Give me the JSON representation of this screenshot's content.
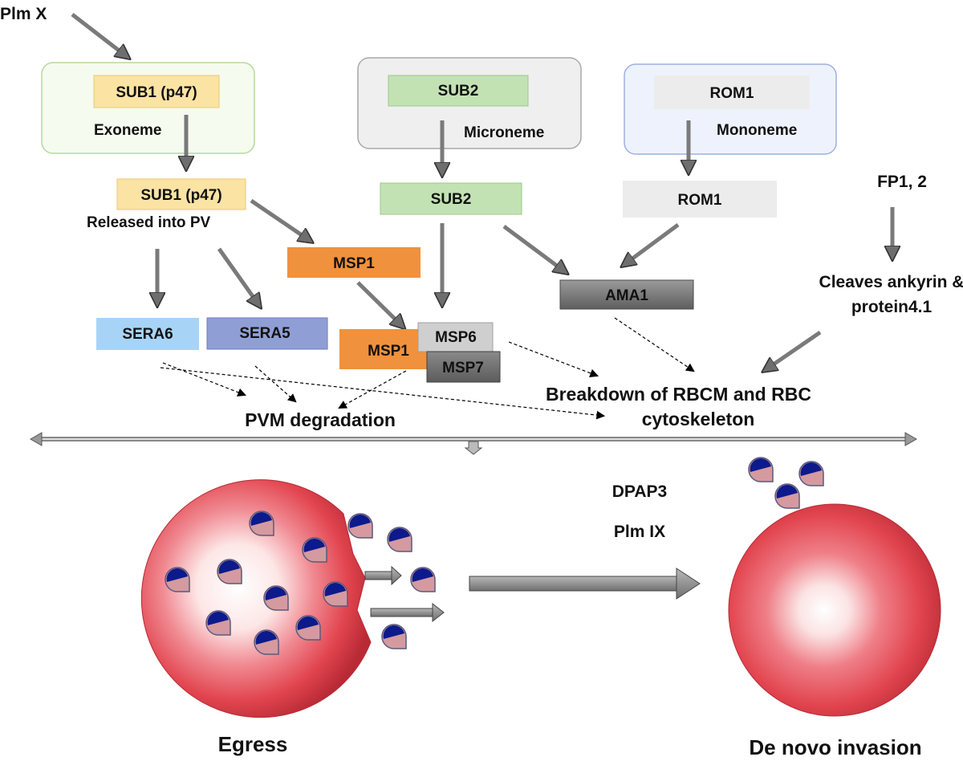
{
  "labels": {
    "plm_x": "Plm X",
    "sub1_vesicle": "SUB1 (p47)",
    "exoneme": "Exoneme",
    "sub2_vesicle": "SUB2",
    "microneme": "Microneme",
    "rom1_vesicle": "ROM1",
    "mononeme": "Mononeme",
    "sub1_released": "SUB1 (p47)",
    "released_into_pv": "Released into PV",
    "sub2": "SUB2",
    "rom1": "ROM1",
    "fp12": "FP1, 2",
    "msp1_top": "MSP1",
    "ama1": "AMA1",
    "cleaves_line1": "Cleaves ankyrin &",
    "cleaves_line2": "protein4.1",
    "sera6": "SERA6",
    "sera5": "SERA5",
    "msp1_bottom": "MSP1",
    "msp6": "MSP6",
    "msp7": "MSP7",
    "breakdown_line1": "Breakdown of RBCM and RBC",
    "breakdown_line2": "cytoskeleton",
    "pvm_degradation": "PVM degradation",
    "dpap3": "DPAP3",
    "plm_ix": "Plm IX",
    "egress": "Egress",
    "de_novo_invasion": "De novo invasion"
  },
  "colors": {
    "navy_text": "#1a2a6c",
    "green_text": "#4caf50",
    "exoneme_border": "#b5d99c",
    "exoneme_fill": "#f6fbef",
    "sub1_fill": "#fbe3a4",
    "sub2_fill": "#c3e2b4",
    "microneme_fill": "#efefef",
    "mononeme_fill": "#eef2fc",
    "mononeme_border": "#9db0df",
    "rom1_fill": "#ececec",
    "msp1_fill": "#f0913d",
    "msp6_fill": "#cfcfcf",
    "msp7_fill": "#6f6f6f",
    "ama1_fill": "#777777",
    "sera6_fill": "#a7d4f6",
    "sera5_fill": "#8f9fd6",
    "arrow_gray": "#7a7a7a",
    "rbc_red": "#e2454f",
    "merozoite_nucleus": "#0c1a8c",
    "merozoite_body": "#d49aa0"
  }
}
